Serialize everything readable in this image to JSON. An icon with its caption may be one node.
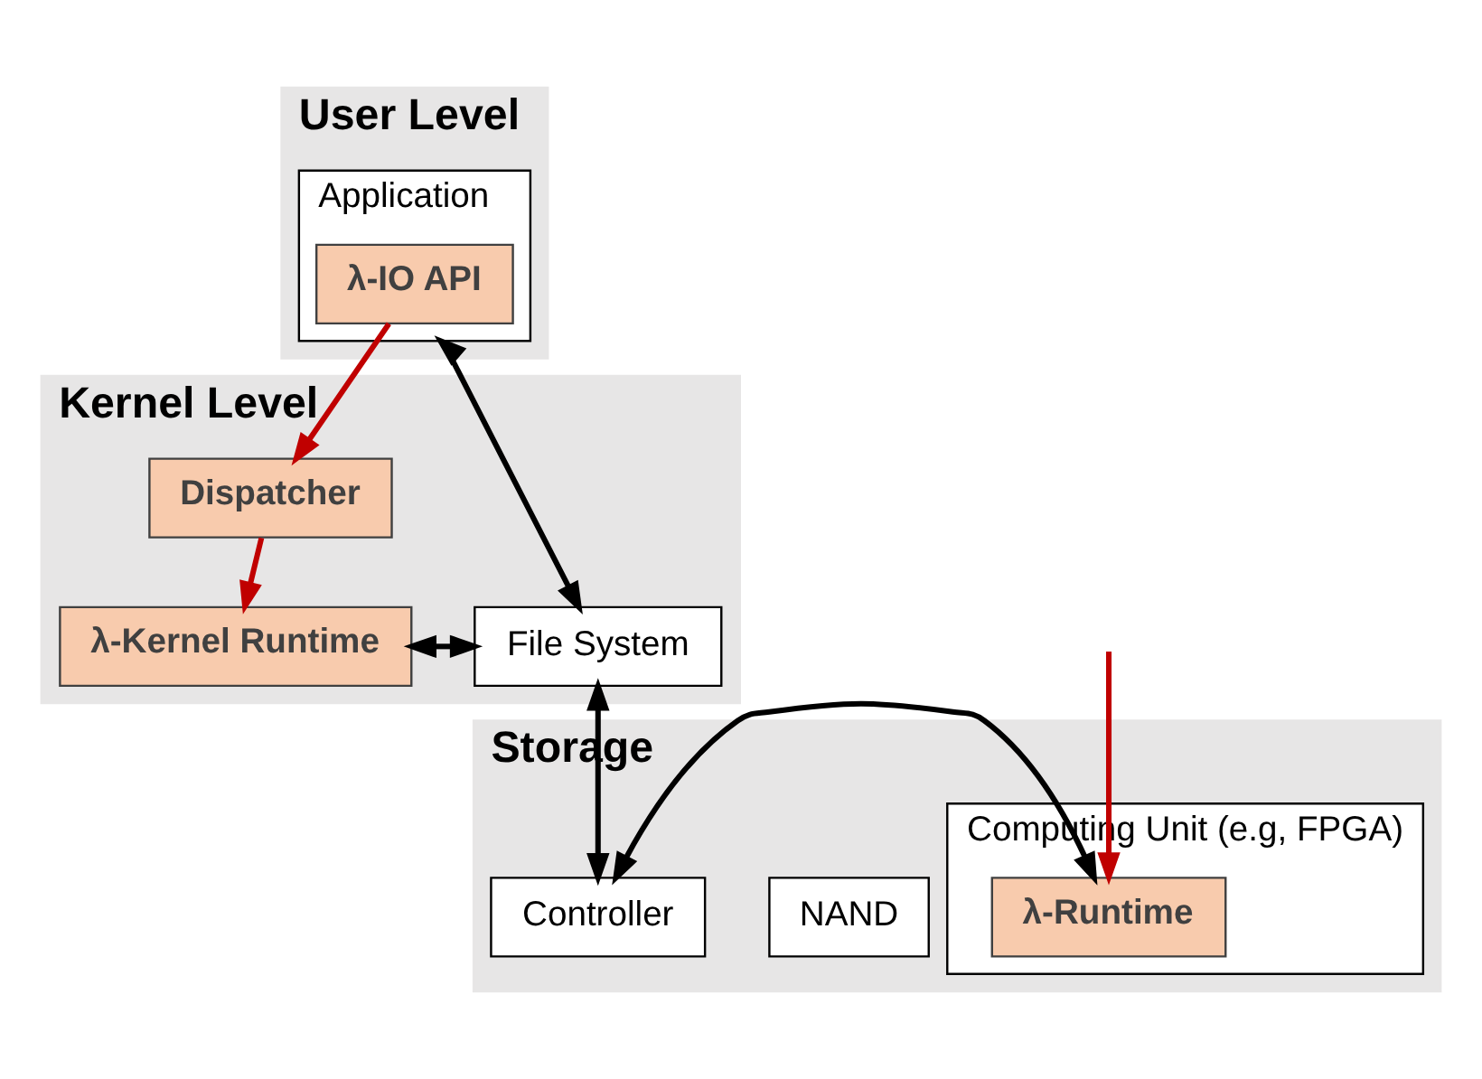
{
  "diagram": {
    "nodes": [
      {
        "text": [
          "User Level"
        ]
      },
      {
        "text": [
          "Application"
        ],
        "in": 0
      },
      {
        "text": [
          "λ-IO API"
        ],
        "in": 1
      },
      {
        "text": [
          "Kernel Level"
        ]
      },
      {
        "text": [
          "Dispatcher"
        ],
        "in": 3
      },
      {
        "text": [
          "File System"
        ],
        "in": 3
      },
      {
        "text": [
          "λ-Kernel Runtime"
        ],
        "in": 3
      },
      {
        "text": [
          "Storage"
        ]
      },
      {
        "text": [
          "NAND"
        ],
        "in": 7
      },
      {
        "text": [
          "Controller"
        ],
        "in": 7
      },
      {
        "text": [
          "Computing Unit (e.g, FPGA)"
        ],
        "in": 7
      },
      {
        "text": [
          "λ-Runtime"
        ],
        "in": 10
      }
    ],
    "edges": [
      {
        "from": 1,
        "to": 5,
        "arrow": "both"
      },
      {
        "from": 2,
        "to": 4,
        "arrow": "to",
        "color": "#c00000"
      },
      {
        "from": 4,
        "to": 6,
        "arrow": "to",
        "color": "#c00000"
      },
      {
        "from": 5,
        "to": 6,
        "arrow": "both"
      },
      {
        "from": 5,
        "to": 9,
        "arrow": "both"
      },
      {
        "from": 9,
        "to": 11,
        "arrow": "both"
      },
      {
        "from": null,
        "to": 11,
        "arrow": "to",
        "color": "#c00000"
      }
    ]
  }
}
